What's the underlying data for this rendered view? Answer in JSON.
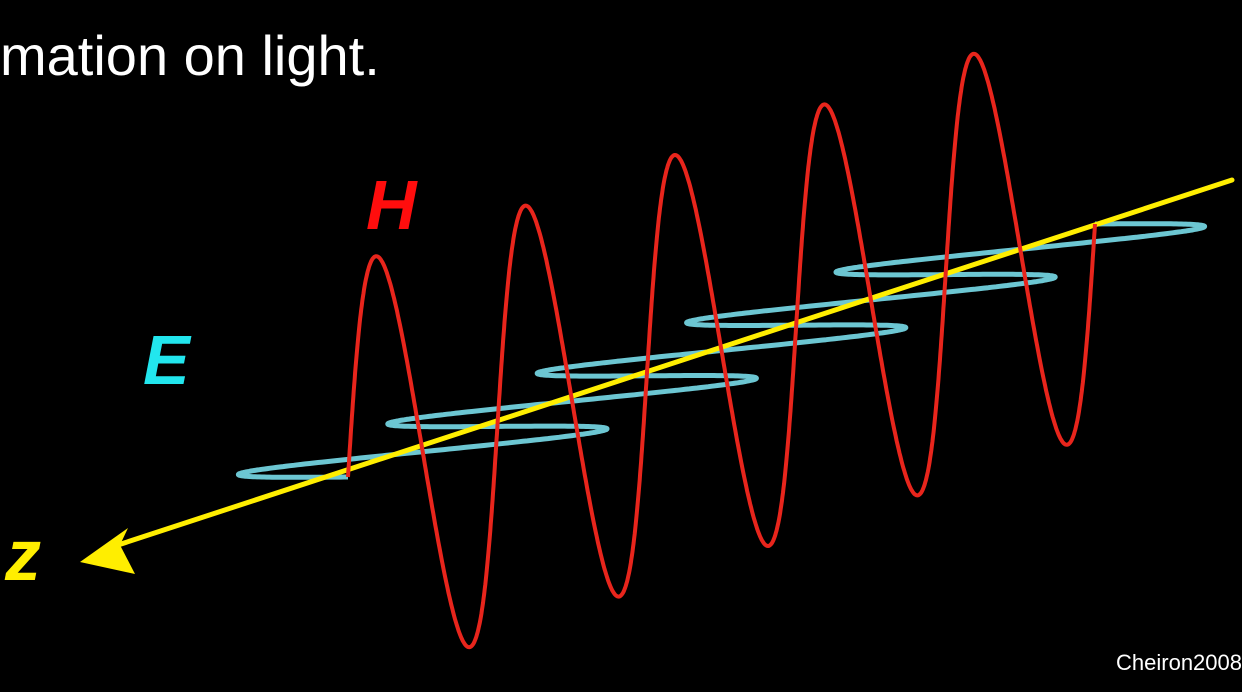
{
  "slide": {
    "title_fragment": "mation on light.",
    "credit": "Cheiron2008"
  },
  "labels": {
    "h": "H",
    "e": "E",
    "z": "z"
  },
  "colors": {
    "background": "#000000",
    "text": "#ffffff",
    "h_wave": "#e8251c",
    "e_wave": "#6cc6d2",
    "z_axis": "#ffee00",
    "h_label": "#ff0d0d",
    "e_label": "#22e6ee",
    "z_label": "#ffee00"
  }
}
